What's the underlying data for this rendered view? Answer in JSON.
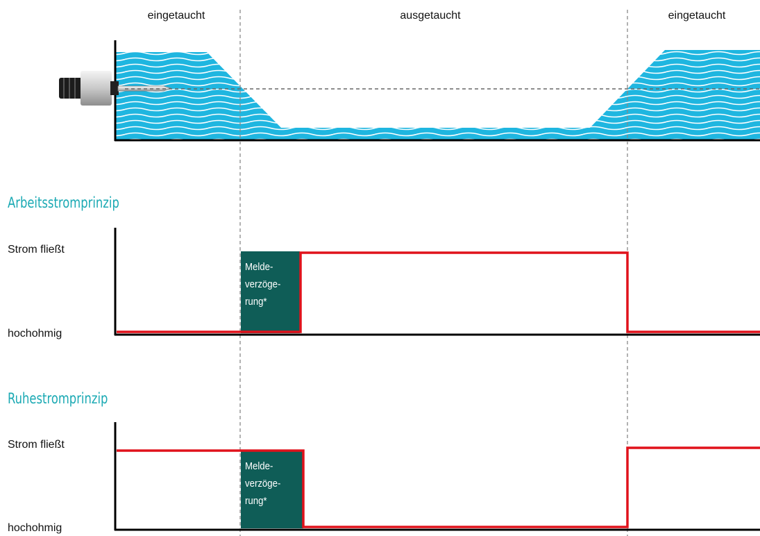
{
  "zones": {
    "left": "eingetaucht",
    "middle": "ausgetaucht",
    "right": "eingetaucht"
  },
  "sections": [
    {
      "title": "Arbeitsstromprinzip",
      "state_high": "Strom fließt",
      "state_low": "hochohmig",
      "delay_lines": [
        "Melde-",
        "verzöge-",
        "rung*"
      ]
    },
    {
      "title": "Ruhestromprinzip",
      "state_high": "Strom fließt",
      "state_low": "hochohmig",
      "delay_lines": [
        "Melde-",
        "verzöge-",
        "rung*"
      ]
    }
  ],
  "colors": {
    "water": "#1fb6e0",
    "signal": "#e0121b",
    "delay_box": "#0f5d57",
    "section_title": "#1aa9b3",
    "guides": "#888888"
  },
  "icons": {
    "probe": "level-probe-icon"
  }
}
